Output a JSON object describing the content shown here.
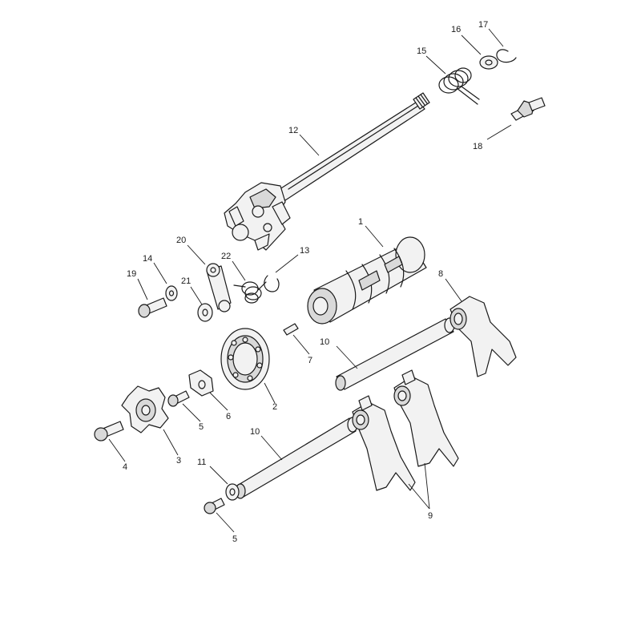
{
  "callouts": {
    "c1": "1",
    "c2": "2",
    "c3": "3",
    "c4": "4",
    "c5a": "5",
    "c5b": "5",
    "c6": "6",
    "c7": "7",
    "c8": "8",
    "c9": "9",
    "c10a": "10",
    "c10b": "10",
    "c11": "11",
    "c12": "12",
    "c13": "13",
    "c14": "14",
    "c15": "15",
    "c16": "16",
    "c17": "17",
    "c18": "18",
    "c19": "19",
    "c20": "20",
    "c21": "21",
    "c22": "22"
  }
}
